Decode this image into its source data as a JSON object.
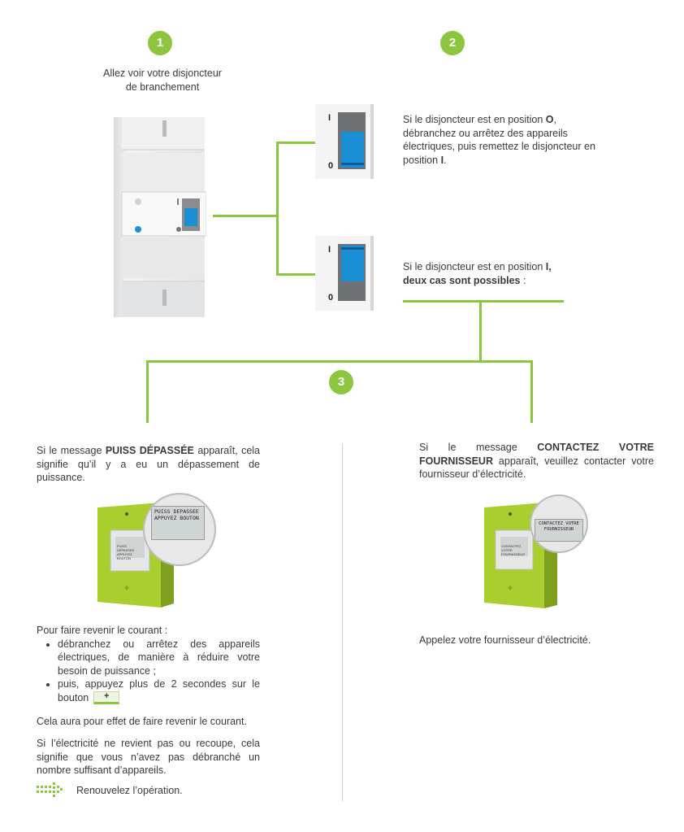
{
  "steps": {
    "one": "1",
    "two": "2",
    "three": "3"
  },
  "step1": {
    "line1": "Allez voir votre disjoncteur",
    "line2": "de branchement"
  },
  "step2": {
    "switch_label_on": "I",
    "switch_label_off": "0",
    "case_o": {
      "part1": "Si le disjoncteur est en position ",
      "bold1": "O",
      "part2": ", débranchez ou arrêtez des appareils électriques, puis remettez le disjoncteur en position ",
      "bold2": "I",
      "part3": "."
    },
    "case_i": {
      "part1": "Si le disjoncteur est en position ",
      "bold1": "I,",
      "bold2": "deux cas sont possibles",
      "part2": " :"
    }
  },
  "left": {
    "intro_part1": "Si le message ",
    "intro_bold": "PUISS DÉPASSÉE",
    "intro_part2": " apparaît, cela signifie qu’il y a eu un dépassement de puissance.",
    "screen_line1": "PUISS DEPASSEE",
    "screen_line2": "APPUYEZ BOUTON",
    "howto_title": "Pour faire revenir le courant :",
    "bullet1": "débranchez ou arrêtez des appareils électriques, de manière à réduire votre besoin de puissance ;",
    "bullet2": "puis, appuyez plus de 2 secondes sur le bouton",
    "button_symbol": "+",
    "result": "Cela aura pour effet de faire revenir le courant.",
    "fail": "Si l’électricité ne revient pas ou recoupe, cela signifie que vous n’avez pas débranché un nombre suffisant d’appareils.",
    "retry": "Renouvelez l’opération."
  },
  "right": {
    "intro_part1": "Si le message ",
    "intro_bold": "CONTACTEZ VOTRE FOURNISSEUR",
    "intro_part2": " apparaît, veuillez contacter votre fournisseur d’électricité.",
    "screen_line1": "CONTACTEZ VOTRE",
    "screen_line2": "FOURNISSEUR",
    "action": "Appelez votre fournisseur d’électricité."
  },
  "colors": {
    "accent": "#8cc63f",
    "switch_blue": "#1a8fd6"
  }
}
